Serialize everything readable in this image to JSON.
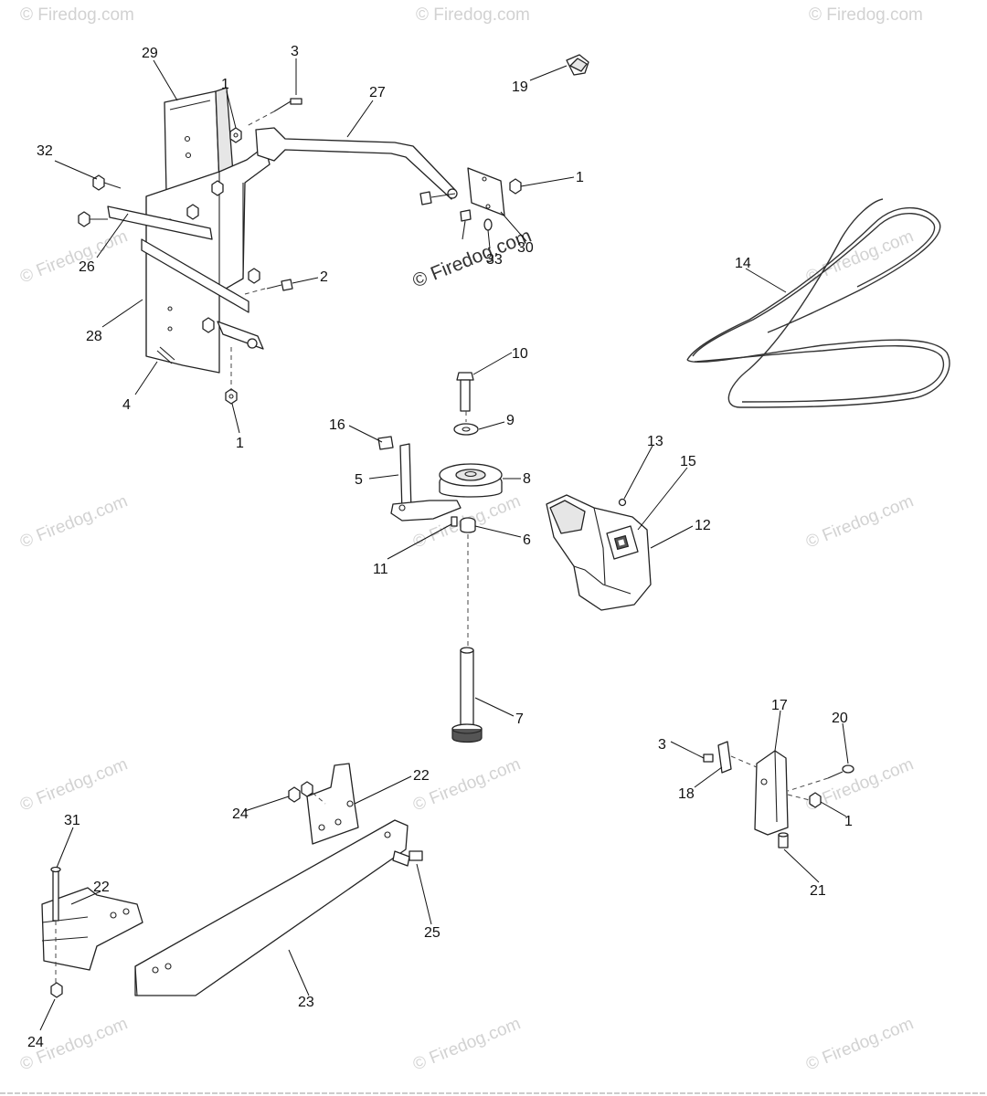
{
  "watermarks": {
    "light": "© Firedog.com",
    "center": "© Firedog.com"
  },
  "callouts": [
    {
      "id": "c29",
      "label": "29"
    },
    {
      "id": "c3a",
      "label": "3"
    },
    {
      "id": "c1a",
      "label": "1"
    },
    {
      "id": "c27",
      "label": "27"
    },
    {
      "id": "c19",
      "label": "19"
    },
    {
      "id": "c32",
      "label": "32"
    },
    {
      "id": "c1b",
      "label": "1"
    },
    {
      "id": "c26",
      "label": "26"
    },
    {
      "id": "c33",
      "label": "33"
    },
    {
      "id": "c30",
      "label": "30"
    },
    {
      "id": "c2",
      "label": "2"
    },
    {
      "id": "c28",
      "label": "28"
    },
    {
      "id": "c4",
      "label": "4"
    },
    {
      "id": "c1c",
      "label": "1"
    },
    {
      "id": "c14",
      "label": "14"
    },
    {
      "id": "c10",
      "label": "10"
    },
    {
      "id": "c9",
      "label": "9"
    },
    {
      "id": "c16",
      "label": "16"
    },
    {
      "id": "c5",
      "label": "5"
    },
    {
      "id": "c8",
      "label": "8"
    },
    {
      "id": "c13",
      "label": "13"
    },
    {
      "id": "c15",
      "label": "15"
    },
    {
      "id": "c12",
      "label": "12"
    },
    {
      "id": "c11",
      "label": "11"
    },
    {
      "id": "c6",
      "label": "6"
    },
    {
      "id": "c7",
      "label": "7"
    },
    {
      "id": "c17",
      "label": "17"
    },
    {
      "id": "c20",
      "label": "20"
    },
    {
      "id": "c3b",
      "label": "3"
    },
    {
      "id": "c18",
      "label": "18"
    },
    {
      "id": "c1d",
      "label": "1"
    },
    {
      "id": "c21",
      "label": "21"
    },
    {
      "id": "c22a",
      "label": "22"
    },
    {
      "id": "c24a",
      "label": "24"
    },
    {
      "id": "c31",
      "label": "31"
    },
    {
      "id": "c22b",
      "label": "22"
    },
    {
      "id": "c25",
      "label": "25"
    },
    {
      "id": "c23",
      "label": "23"
    },
    {
      "id": "c24b",
      "label": "24"
    }
  ]
}
